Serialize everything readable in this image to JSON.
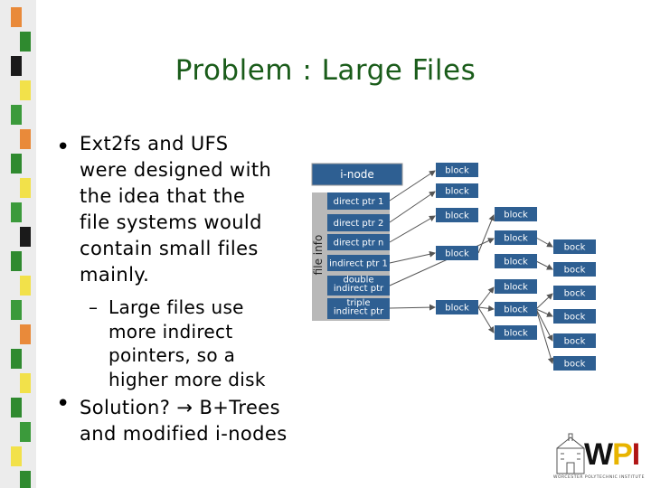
{
  "title": "Problem : Large Files",
  "bullets": [
    {
      "text": "Ext2fs and UFS\nwere designed with\nthe idea that the\nfile systems would\ncontain small files\nmainly."
    },
    {
      "text": "Solution? → B+Trees\nand modified i-nodes"
    }
  ],
  "sub_bullet": {
    "dash": "–",
    "text": "Large files use\nmore indirect\npointers, so a\nhigher more disk"
  },
  "bullet_marker": "•",
  "diagram": {
    "inode_label": "i-node",
    "file_info_label": "file info",
    "rows": [
      "direct ptr 1",
      "direct ptr 2",
      "direct ptr n",
      "indirect ptr 1",
      "double\nindirect ptr",
      "triple\nindirect ptr"
    ],
    "blocks_col1": [
      "block",
      "block",
      "block",
      "block",
      "block"
    ],
    "blocks_col2": [
      "block",
      "block",
      "block",
      "block",
      "block",
      "block"
    ],
    "blocks_col3": [
      "bock",
      "bock",
      "bock",
      "bock",
      "bock",
      "bock"
    ],
    "colors": {
      "node_fill": "#2e5f92",
      "node_text": "#ffffff",
      "panel": "#b8b8b8",
      "arrow": "#555555"
    }
  },
  "logo": {
    "text": "WPI",
    "subtext": "WORCESTER POLYTECHNIC INSTITUTE",
    "colors": {
      "w": "#111111",
      "p": "#e8b400",
      "i": "#b01414"
    }
  }
}
